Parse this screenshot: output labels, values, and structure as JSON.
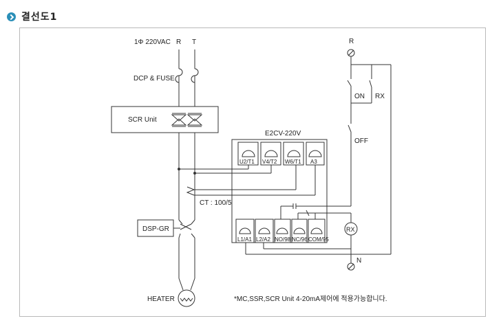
{
  "page": {
    "title": "결선도1",
    "icon": "chevron-circle-icon",
    "accent_color": "#2a8fb8"
  },
  "diagram": {
    "supply_label": "1Φ 220VAC",
    "phase_r": "R",
    "phase_t": "T",
    "fuse_label": "DCP & FUSE",
    "scr_label": "SCR Unit",
    "ct_label": "CT : 100/5",
    "dsp_label": "DSP-GR",
    "heater_label": "HEATER",
    "relay_title": "E2CV-220V",
    "top_terminals": [
      "U2/T1",
      "V4/T2",
      "W6/T1",
      "A3"
    ],
    "bottom_terminals": [
      "L1/A1",
      "L2/A2",
      "NO/98",
      "NC/96",
      "COM/95"
    ],
    "control_r": "R",
    "control_n": "N",
    "on_label": "ON",
    "rx_label": "RX",
    "off_label": "OFF",
    "rx_coil": "RX",
    "note": "*MC,SSR,SCR Unit 4-20mA제어에 적용가능합니다."
  }
}
